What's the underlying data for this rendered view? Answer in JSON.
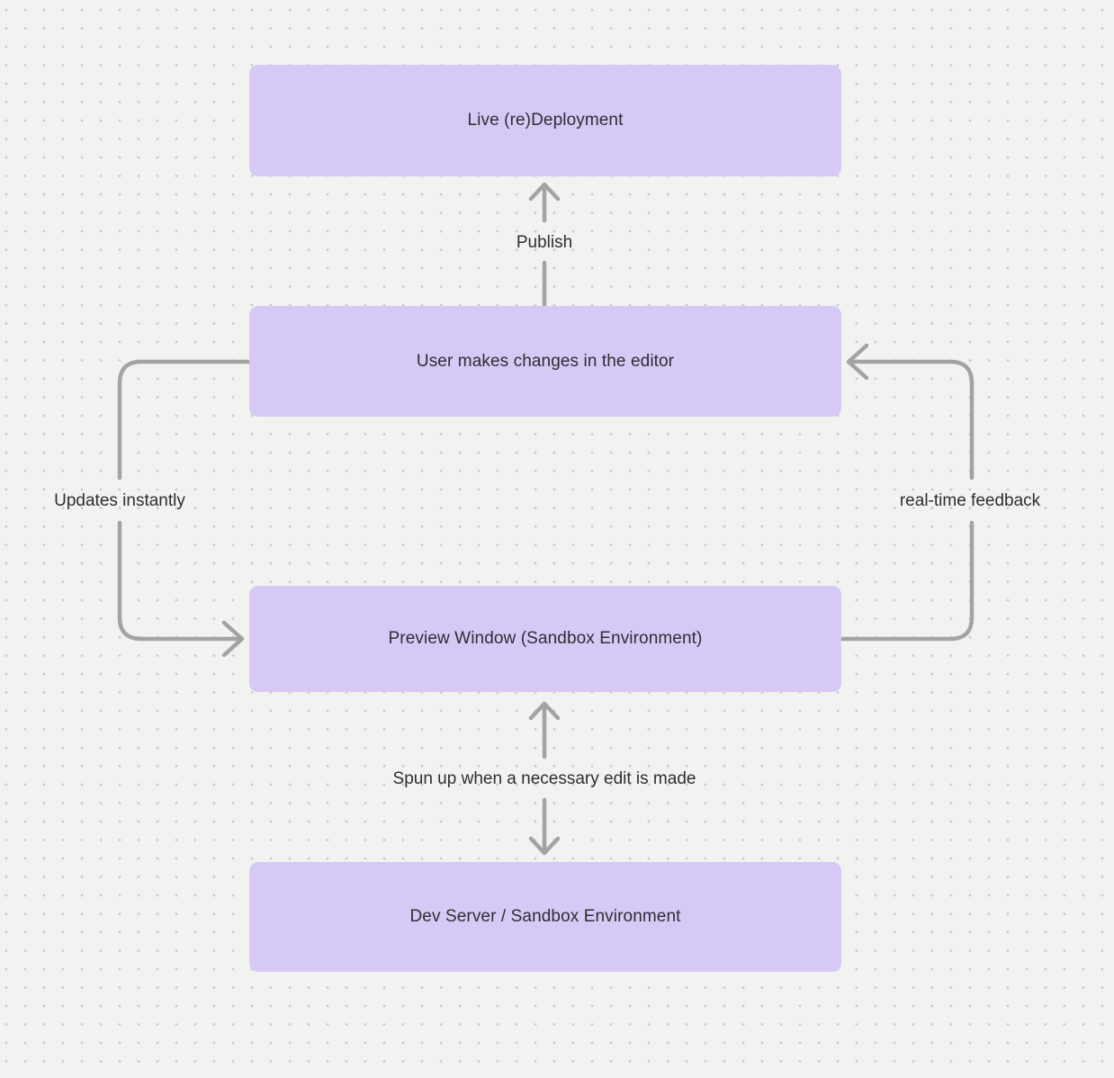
{
  "diagram": {
    "type": "flowchart",
    "canvas": {
      "background_color": "#f2f2f0",
      "dot_grid_color": "#c9c9c9",
      "node_fill_color": "#d6c9f5",
      "text_color": "#2e2e33",
      "arrow_color": "#a3a3a3"
    },
    "nodes": [
      {
        "id": "live-redeployment",
        "label": "Live (re)Deployment"
      },
      {
        "id": "user-editor",
        "label": "User makes changes in the editor"
      },
      {
        "id": "preview-window",
        "label": "Preview Window (Sandbox Environment)"
      },
      {
        "id": "dev-server",
        "label": "Dev Server / Sandbox Environment"
      }
    ],
    "edges": [
      {
        "id": "publish",
        "label": "Publish",
        "from": "user-editor",
        "to": "live-redeployment",
        "direction": "up"
      },
      {
        "id": "updates-instantly",
        "label": "Updates instantly",
        "from": "user-editor",
        "to": "preview-window",
        "direction": "left-side-down"
      },
      {
        "id": "real-time-feedback",
        "label": "real-time feedback",
        "from": "preview-window",
        "to": "user-editor",
        "direction": "right-side-up"
      },
      {
        "id": "spun-up",
        "label": "Spun up when a necessary edit is made",
        "from": "preview-window",
        "to": "dev-server",
        "direction": "bidirectional"
      }
    ]
  }
}
